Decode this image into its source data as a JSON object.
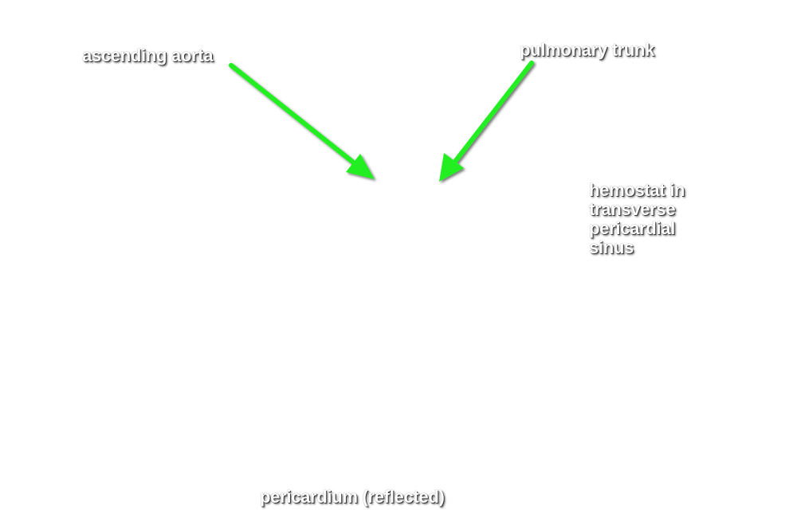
{
  "labels": {
    "ascending_aorta": "ascending aorta",
    "pulmonary_trunk": "pulmonary trunk",
    "hemostat_line1": "hemostat in",
    "hemostat_line2": "transverse",
    "hemostat_line3": "pericardial",
    "hemostat_line4": "sinus",
    "pericardium": "pericardium (reflected)"
  },
  "colors": {
    "arrow": "#22ee22",
    "label_text": "#ffffff",
    "background": "#ffffff"
  }
}
